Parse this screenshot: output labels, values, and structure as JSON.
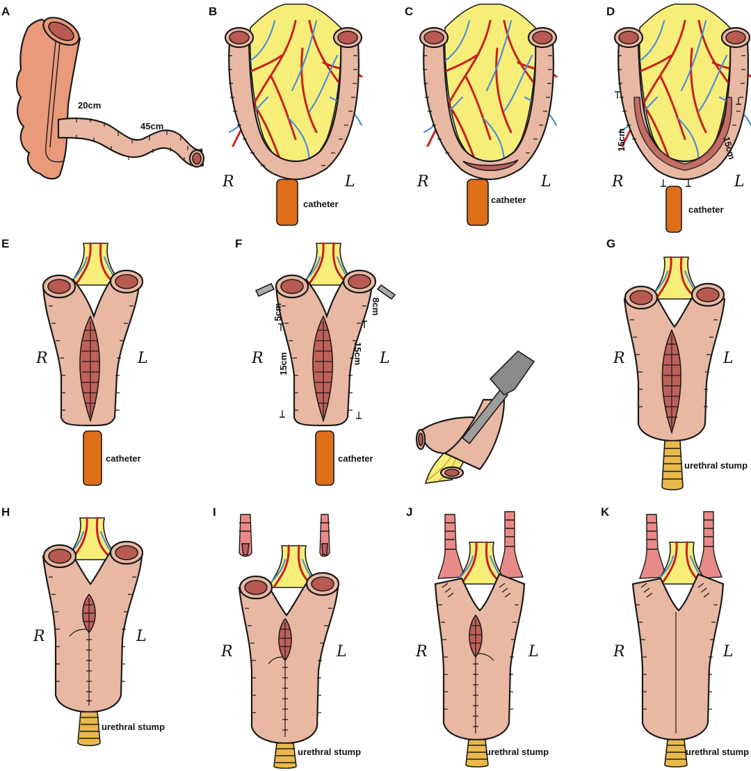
{
  "panels": [
    {
      "id": "A",
      "label": "A",
      "texts": [
        "20cm",
        "45cm"
      ]
    },
    {
      "id": "B",
      "label": "B",
      "right": "R",
      "left": "L",
      "device": "catheter"
    },
    {
      "id": "C",
      "label": "C",
      "right": "R",
      "left": "L",
      "device": "catheter"
    },
    {
      "id": "D",
      "label": "D",
      "right": "R",
      "left": "L",
      "device": "catheter",
      "left_len": "15cm",
      "right_len": "15cm"
    },
    {
      "id": "E",
      "label": "E",
      "right": "R",
      "left": "L",
      "device": "catheter"
    },
    {
      "id": "F",
      "label": "F",
      "right": "R",
      "left": "L",
      "device": "catheter",
      "top_left": "5cm",
      "top_right": "8cm",
      "left_len": "15cm",
      "right_len": "15cm"
    },
    {
      "id": "G",
      "label": "G",
      "right": "R",
      "left": "L",
      "device": "urethral stump"
    },
    {
      "id": "H",
      "label": "H",
      "right": "R",
      "left": "L",
      "device": "urethral stump"
    },
    {
      "id": "I",
      "label": "I",
      "right": "R",
      "left": "L",
      "device": "urethral stump"
    },
    {
      "id": "J",
      "label": "J",
      "right": "R",
      "left": "L",
      "device": "urethral stump"
    },
    {
      "id": "K",
      "label": "K",
      "right": "R",
      "left": "L",
      "device": "urethral stump"
    }
  ],
  "colors": {
    "bowel": "#e8b8a3",
    "lumen": "#b85a52",
    "mesentery": "#f7ee7a",
    "artery": "#c8201c",
    "vein": "#4a8fd8",
    "catheter": "#de6e18",
    "urethra": "#e8b84a",
    "ureter": "#e88a88"
  }
}
